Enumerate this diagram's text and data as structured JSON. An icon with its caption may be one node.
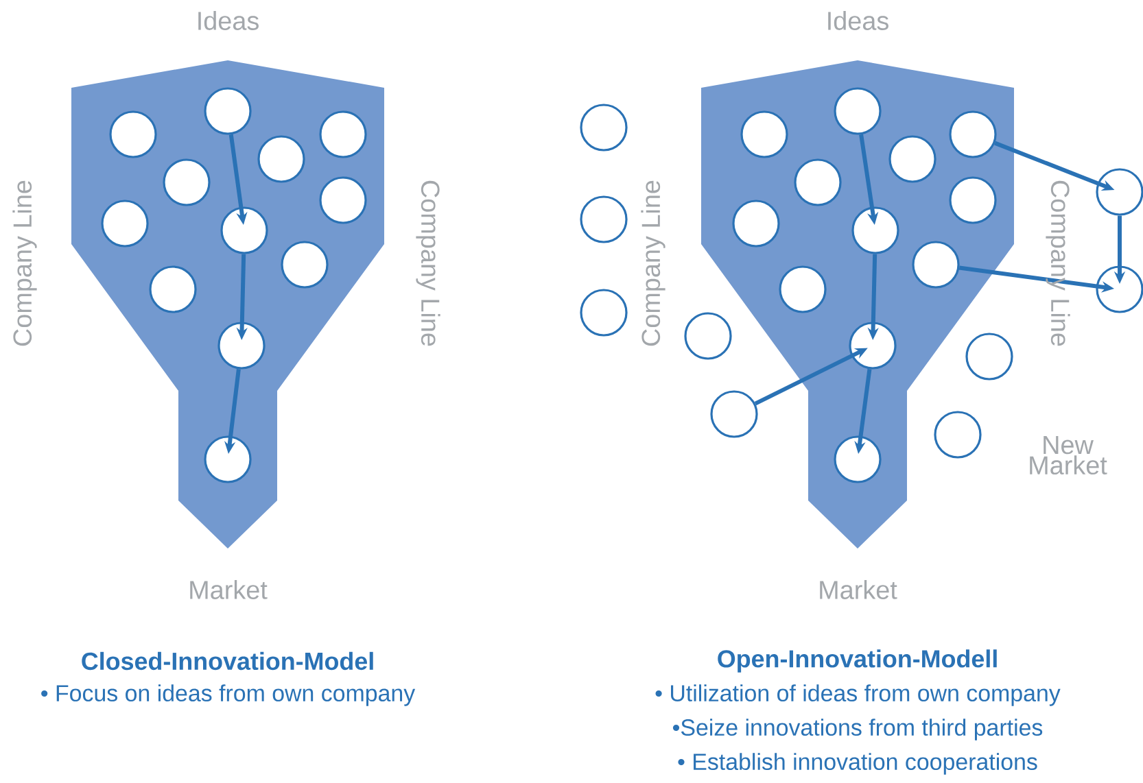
{
  "diagram": {
    "nodes": [
      {
        "text": [],
        "shape": "circle"
      },
      {
        "text": [],
        "shape": "circle"
      },
      {
        "text": [],
        "shape": "circle"
      },
      {
        "text": [],
        "shape": "circle"
      },
      {
        "text": [],
        "shape": "circle"
      },
      {
        "text": [],
        "shape": "circle"
      },
      {
        "text": [],
        "shape": "circle"
      },
      {
        "text": [],
        "shape": "circle"
      },
      {
        "text": [],
        "shape": "circle"
      },
      {
        "text": [],
        "shape": "circle"
      },
      {
        "text": [],
        "shape": "circle"
      },
      {
        "text": [],
        "shape": "circle"
      },
      {
        "text": [],
        "shape": "circle"
      },
      {
        "text": [],
        "shape": "circle"
      },
      {
        "text": [],
        "shape": "circle"
      },
      {
        "text": [],
        "shape": "circle"
      },
      {
        "text": [],
        "shape": "circle"
      },
      {
        "text": [],
        "shape": "circle"
      },
      {
        "text": [],
        "shape": "circle"
      },
      {
        "text": [],
        "shape": "circle"
      },
      {
        "text": [],
        "shape": "circle"
      },
      {
        "text": [],
        "shape": "circle"
      },
      {
        "text": [],
        "shape": "circle"
      },
      {
        "text": [],
        "shape": "circle"
      },
      {
        "text": [],
        "shape": "circle"
      },
      {
        "text": [],
        "shape": "circle"
      },
      {
        "text": [],
        "shape": "circle"
      },
      {
        "text": [],
        "shape": "circle"
      },
      {
        "text": [],
        "shape": "circle"
      },
      {
        "text": [],
        "shape": "circle"
      },
      {
        "text": [],
        "shape": "circle"
      },
      {
        "text": [],
        "shape": "circle"
      },
      {
        "text": [],
        "shape": "circle"
      }
    ],
    "edges": [
      {
        "from": 0,
        "to": 7,
        "arrow": "to"
      },
      {
        "from": 7,
        "to": 10,
        "arrow": "to"
      },
      {
        "from": 10,
        "to": 11,
        "arrow": "to"
      },
      {
        "from": 12,
        "to": 19,
        "arrow": "to"
      },
      {
        "from": 19,
        "to": 22,
        "arrow": "to"
      },
      {
        "from": 22,
        "to": 23,
        "arrow": "to"
      },
      {
        "from": 28,
        "to": 22,
        "arrow": "to"
      },
      {
        "from": 15,
        "to": 31,
        "arrow": "to"
      },
      {
        "from": 31,
        "to": 32,
        "arrow": "to"
      },
      {
        "from": 20,
        "to": 32,
        "arrow": "to"
      }
    ],
    "labels": [
      "Ideas",
      "Ideas",
      "Company Line",
      "Company Line",
      "Company Line",
      "Company Line",
      "New Market",
      "Market",
      "Market",
      "Closed-Innovation-Model",
      "Open-Innovation-Modell",
      "• Focus on ideas from own company",
      "• Utilization of ideas from own company",
      "•Seize innovations from third parties",
      "• Establish innovation cooperations"
    ]
  }
}
